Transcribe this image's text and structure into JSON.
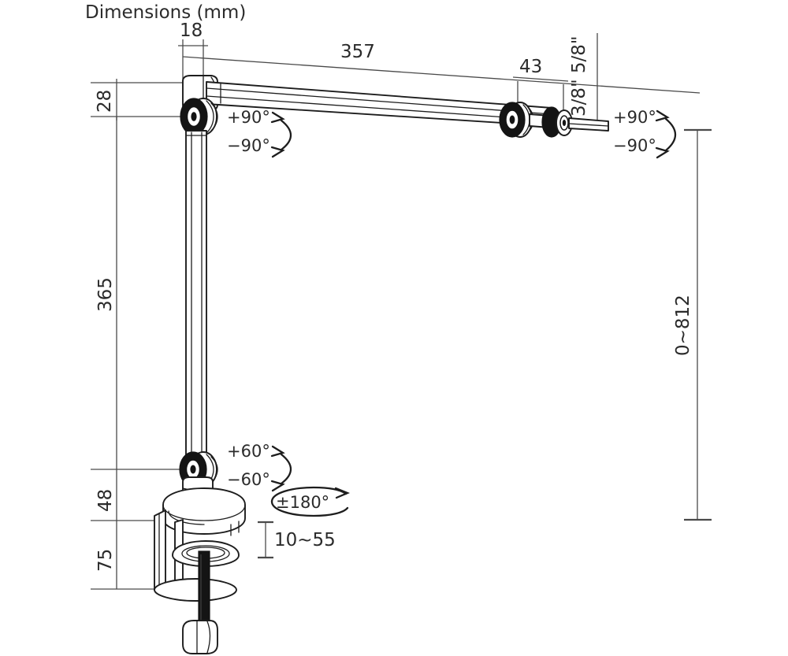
{
  "drawing": {
    "title": "Dimensions (mm)",
    "units": "mm"
  },
  "dimensions": {
    "arm_offset": "18",
    "arm_length": "357",
    "head_mount": "43",
    "thread_sizes": "3/8\" 5/8\"",
    "top_joint_height": "28",
    "pole_height": "365",
    "base_height": "48",
    "clamp_height": "75",
    "clamp_range": "10~55",
    "total_height_range": "0~812"
  },
  "rotations": {
    "top_arm_pos": "+90°",
    "top_arm_neg": "−90°",
    "head_pos": "+90°",
    "head_neg": "−90°",
    "base_pos": "+60°",
    "base_neg": "−60°",
    "swivel": "±180°"
  },
  "colors": {
    "line": "#1d1d1d",
    "dimension": "#4a4a4a",
    "dark_fill": "#141414",
    "background": "#ffffff"
  }
}
